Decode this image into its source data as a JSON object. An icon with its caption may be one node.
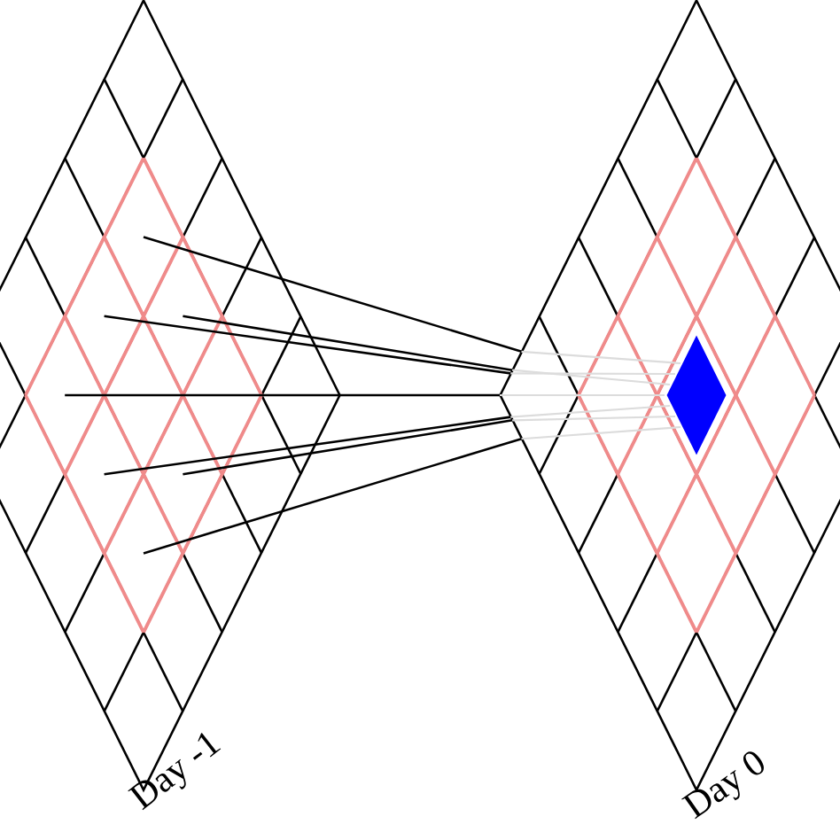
{
  "diagram": {
    "nodes": [
      {
        "text": [],
        "shape": "diamond",
        "beside": [
          "Day -1"
        ]
      },
      {
        "text": [],
        "shape": "diamond",
        "beside": [
          "Day 0"
        ]
      },
      {
        "text": [],
        "shape": "diamond",
        "in": 1
      }
    ],
    "edges": [
      {
        "from": 0,
        "to": 1,
        "arrow": "none"
      },
      {
        "from": 0,
        "to": 1,
        "arrow": "none"
      },
      {
        "from": 0,
        "to": 1,
        "arrow": "none"
      },
      {
        "from": 0,
        "to": 1,
        "arrow": "none"
      },
      {
        "from": 0,
        "to": 1,
        "arrow": "none"
      },
      {
        "from": 0,
        "to": 1,
        "arrow": "none"
      },
      {
        "from": 0,
        "to": 1,
        "arrow": "none"
      },
      {
        "from": 1,
        "to": 2,
        "arrow": "none",
        "color": "#dcdcdc"
      },
      {
        "from": 1,
        "to": 2,
        "arrow": "none",
        "color": "#dcdcdc"
      },
      {
        "from": 1,
        "to": 2,
        "arrow": "none",
        "color": "#dcdcdc"
      },
      {
        "from": 1,
        "to": 2,
        "arrow": "none",
        "color": "#dcdcdc"
      },
      {
        "from": 1,
        "to": 2,
        "arrow": "none",
        "color": "#dcdcdc"
      },
      {
        "from": 1,
        "to": 2,
        "arrow": "none",
        "color": "#dcdcdc"
      },
      {
        "from": 1,
        "to": 2,
        "arrow": "none",
        "color": "#dcdcdc"
      }
    ]
  }
}
